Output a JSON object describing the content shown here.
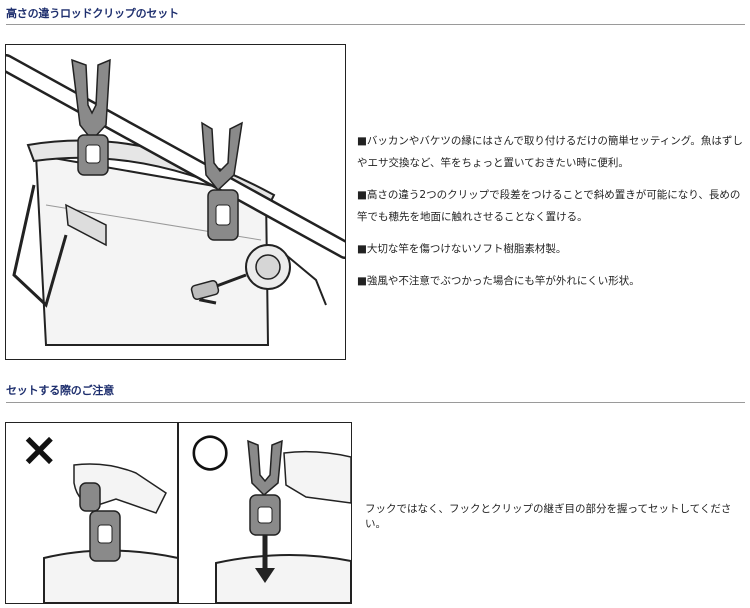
{
  "section1": {
    "title": "高さの違うロッドクリップのセット",
    "bullets": [
      "■バッカンやバケツの縁にはさんで取り付けるだけの簡単セッティング。魚はずしやエサ交換など、竿をちょっと置いておきたい時に便利。",
      "■高さの違う2つのクリップで段差をつけることで斜め置きが可能になり、長めの竿でも穂先を地面に触れさせることなく置ける。",
      "■大切な竿を傷つけないソフト樹脂素材製。",
      "■強風や不注意でぶつかった場合にも竿が外れにくい形状。"
    ]
  },
  "section2": {
    "title": "セットする際のご注意",
    "wrong_mark": "×",
    "right_mark": "○",
    "note": "フックではなく、フックとクリップの継ぎ目の部分を握ってセットしてください。"
  }
}
